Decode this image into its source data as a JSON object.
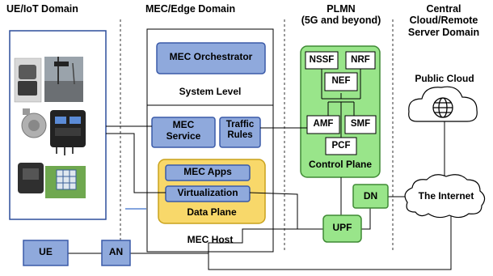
{
  "domains": {
    "ue_iot": "UE/IoT Domain",
    "mec_edge": "MEC/Edge Domain",
    "plmn": [
      "PLMN",
      "(5G and beyond)"
    ],
    "central": [
      "Central",
      "Cloud/Remote",
      "Server Domain"
    ]
  },
  "mec": {
    "orchestrator": "MEC Orchestrator",
    "system_level": "System Level",
    "mec_service": [
      "MEC",
      "Service"
    ],
    "traffic_rules": [
      "Traffic",
      "Rules"
    ],
    "mec_apps": "MEC Apps",
    "virtualization": "Virtualization",
    "data_plane": "Data Plane",
    "mec_host": "MEC Host"
  },
  "plmn_nodes": {
    "nssf": "NSSF",
    "nrf": "NRF",
    "nef": "NEF",
    "amf": "AMF",
    "smf": "SMF",
    "pcf": "PCF",
    "control_plane": "Control Plane",
    "upf": "UPF",
    "dn": "DN"
  },
  "cloud": {
    "public_cloud": "Public Cloud",
    "internet": "The Internet"
  },
  "access": {
    "ue": "UE",
    "an": "AN"
  },
  "icons": {
    "globe": "globe-icon",
    "cloud": "cloud-icon",
    "devices": [
      "iot-sensor-device",
      "traffic-camera-photo",
      "smart-meter-device",
      "solar-panel-device"
    ]
  },
  "colors": {
    "blue_box": "#8fa9dc",
    "blue_border": "#3a5aa8",
    "green": "#99e58a",
    "green_border": "#3f8a34",
    "yellow": "#f8d86a",
    "yellow_border": "#c9a21c"
  }
}
